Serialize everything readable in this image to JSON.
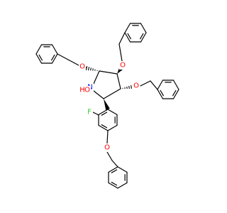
{
  "structure": {
    "atom_labels": {
      "o_ch2": "O",
      "o_top": "O",
      "o_right": "O",
      "n": "N",
      "o_n": "O",
      "h_n": "H",
      "f": "F",
      "o_aryl": "O"
    },
    "colors": {
      "O": "#ff0000",
      "N": "#0000ff",
      "F": "#33cc33",
      "H": "#ff0000",
      "bond": "#000000",
      "background": "#ffffff"
    }
  }
}
